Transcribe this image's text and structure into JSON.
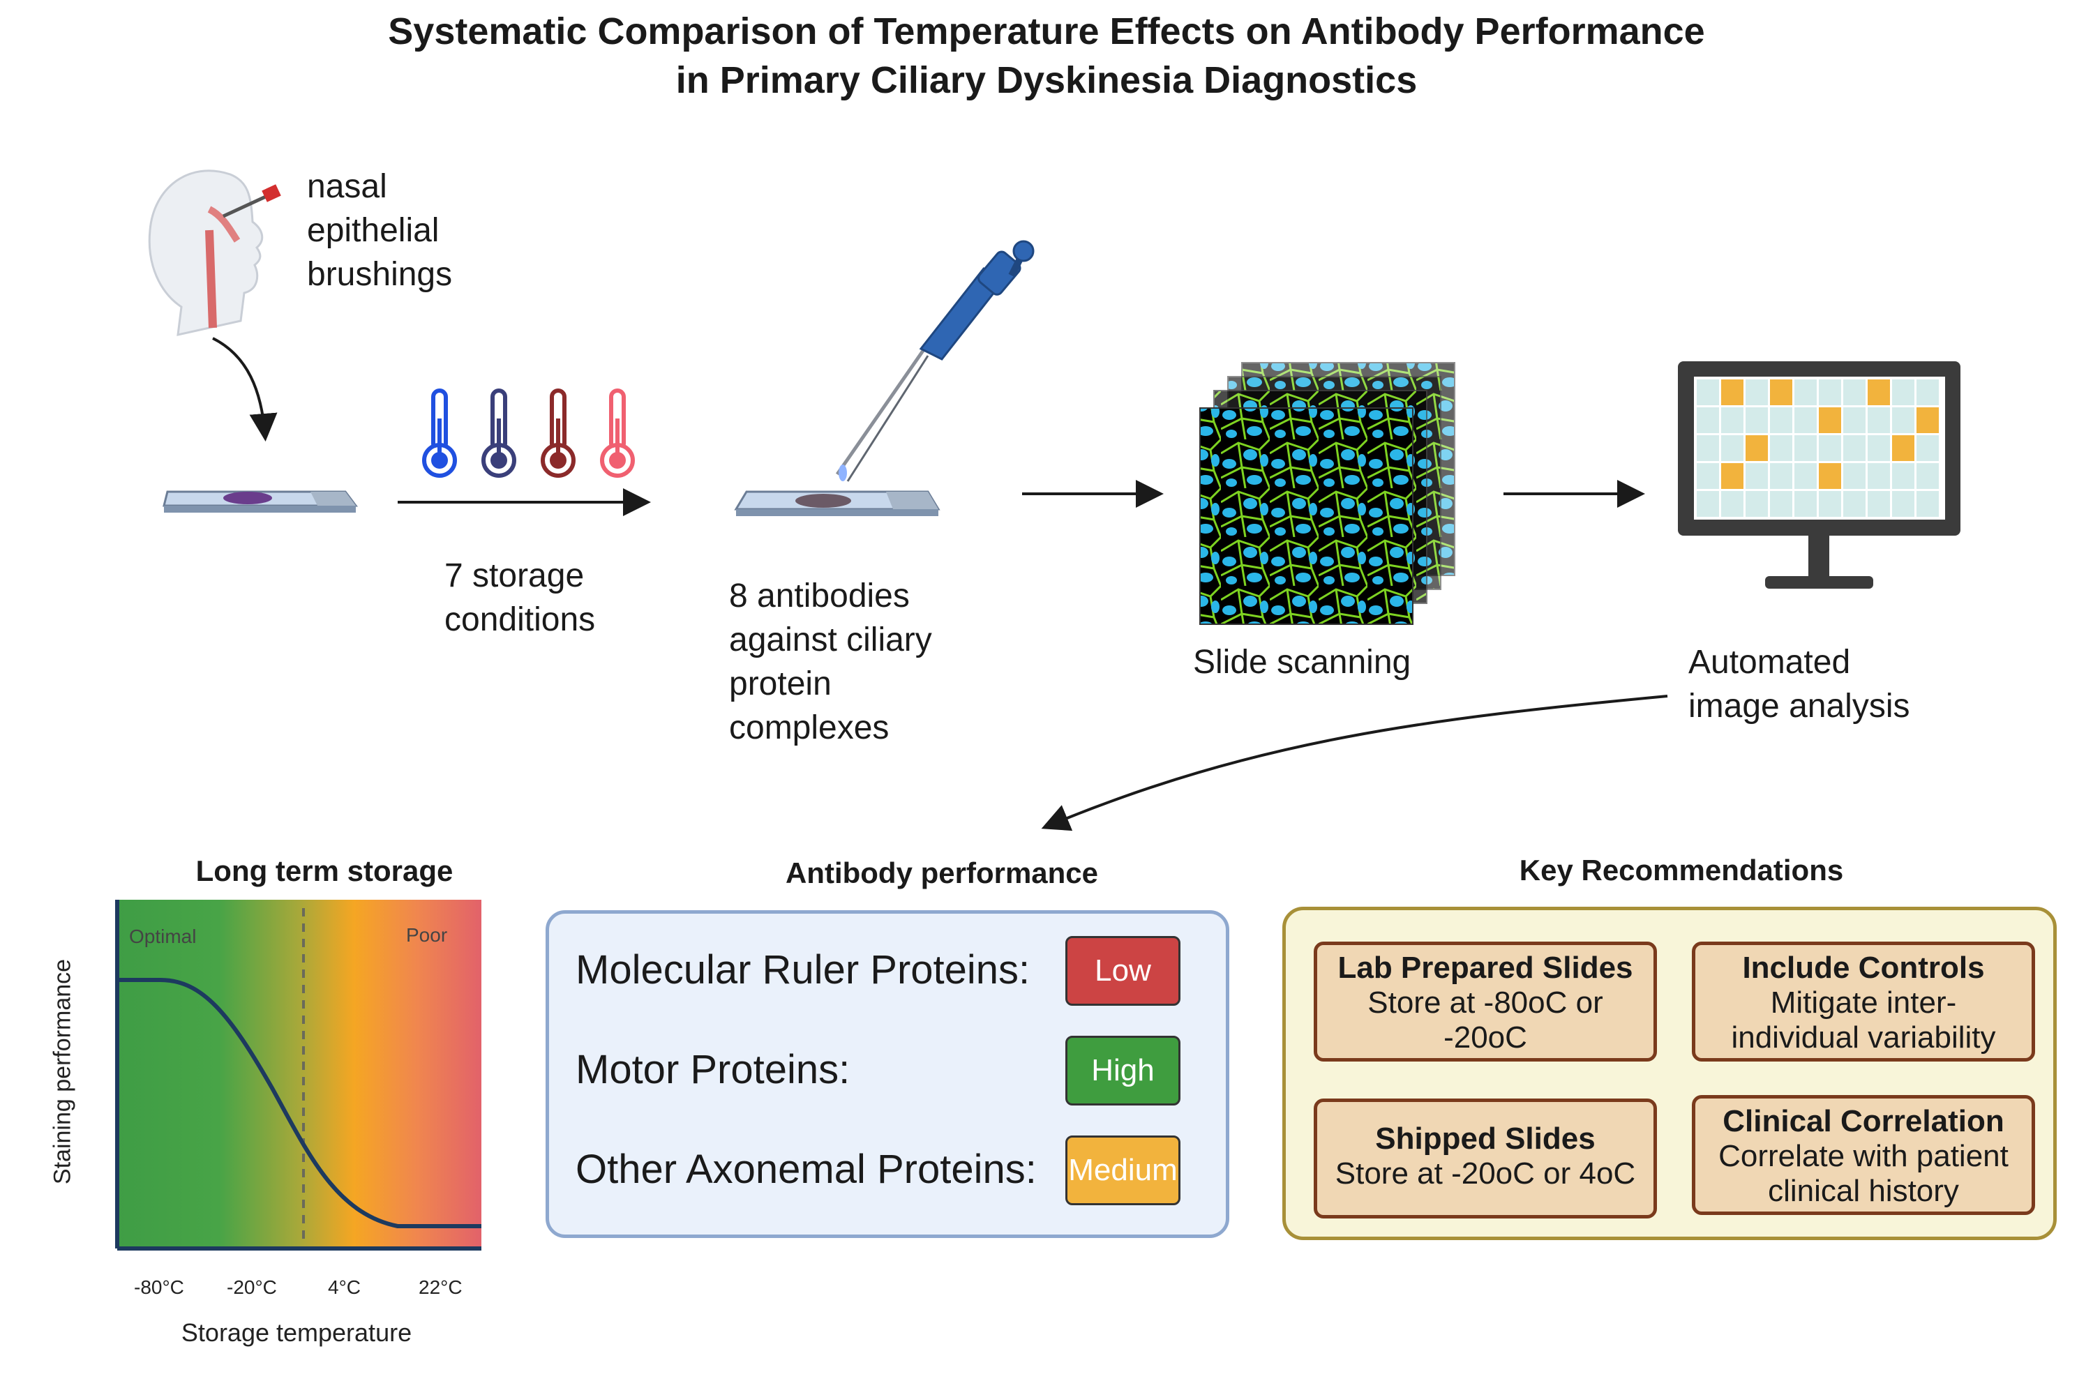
{
  "title": {
    "line1": "Systematic Comparison of Temperature Effects on Antibody Performance",
    "line2": "in Primary Ciliary Dyskinesia Diagnostics"
  },
  "workflow": {
    "sample": {
      "line1": "nasal",
      "line2": "epithelial",
      "line3": "brushings"
    },
    "storage": {
      "line1": "7 storage",
      "line2": "conditions"
    },
    "antibodies": {
      "line1": "8 antibodies",
      "line2": "against ciliary",
      "line3": "protein",
      "line4": "complexes"
    },
    "scanning": {
      "label": "Slide scanning"
    },
    "analysis": {
      "line1": "Automated",
      "line2": "image analysis"
    },
    "thermometer_colors": [
      "#2050e0",
      "#3a3f7a",
      "#8b2a2a",
      "#f06070"
    ]
  },
  "long_term_storage": {
    "heading": "Long term storage",
    "optimal_label": "Optimal",
    "poor_label": "Poor",
    "ylabel": "Staining performance",
    "xlabel": "Storage temperature",
    "ticks": [
      "-80°C",
      "-20°C",
      "4°C",
      "22°C"
    ]
  },
  "antibody_performance": {
    "heading": "Antibody performance",
    "rows": [
      {
        "protein": "Molecular Ruler Proteins:",
        "level": "Low",
        "color": "#cc4444"
      },
      {
        "protein": "Motor Proteins:",
        "level": "High",
        "color": "#3f9d3f"
      },
      {
        "protein": "Other Axonemal Proteins:",
        "level": "Medium",
        "color": "#f2b33d"
      }
    ]
  },
  "recommendations": {
    "heading": "Key Recommendations",
    "cards": [
      {
        "title": "Lab Prepared Slides",
        "line1": "Store at -80oC or",
        "line2": "-20oC"
      },
      {
        "title": "Include Controls",
        "line1": "Mitigate inter-",
        "line2": "individual variability"
      },
      {
        "title": "Shipped Slides",
        "line1": "Store at -20oC or 4oC",
        "line2": ""
      },
      {
        "title": "Clinical Correlation",
        "line1": "Correlate with patient",
        "line2": "clinical history"
      }
    ]
  }
}
